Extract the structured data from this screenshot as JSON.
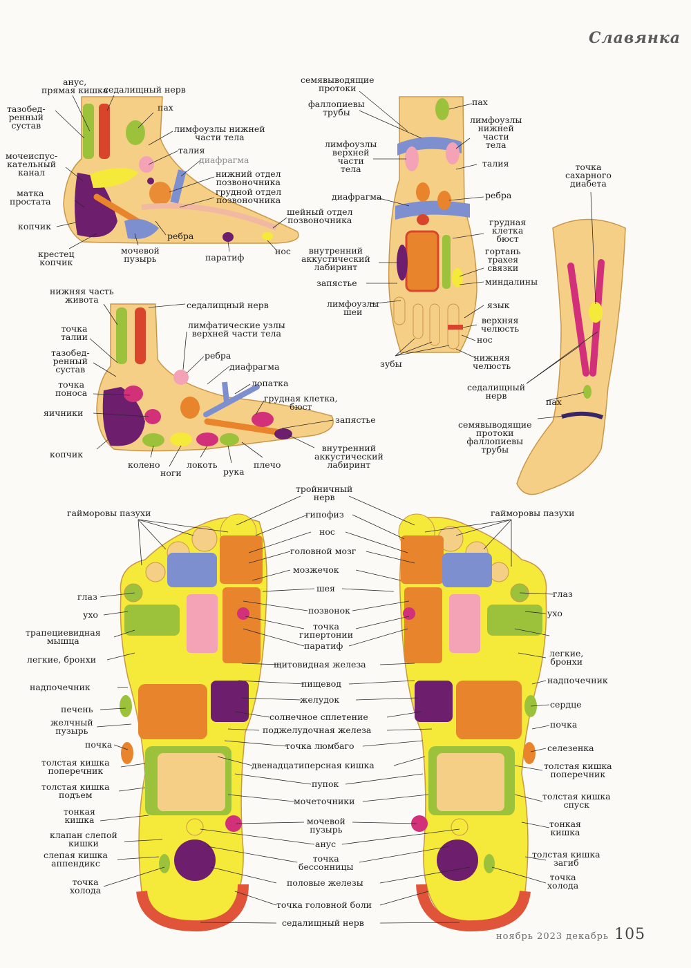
{
  "header": {
    "brand": "Славянка"
  },
  "footer": {
    "issue": "ноябрь 2023 декабрь",
    "page": "105"
  },
  "diagram": {
    "inner_foot": {
      "anus": "анус,\nпрямая кишка",
      "sciatic": "седалищный нерв",
      "hip": "тазобед-\nренный\nсустав",
      "groin": "пах",
      "lymph_lower": "лимфоузлы нижней\nчасти тела",
      "waist": "талия",
      "diaphragm": "диафрагма",
      "urethra": "мочеиспус-\nкательный\nканал",
      "lumbar": "нижний отдел\nпозвоночника",
      "thoracic": "грудной отдел\nпозвоночника",
      "uterus": "матка\nпростата",
      "cervical": "шейный отдел\nпозвоночника",
      "coccyx": "копчик",
      "ribs": "ребра",
      "sacrum": "крестец\nкопчик",
      "bladder": "мочевой\nпузырь",
      "parotid": "паратиф",
      "nose": "нос"
    },
    "top_foot": {
      "deferens": "семявыводящие\nпротоки",
      "groin": "пах",
      "fallopian": "фаллопиевы\nтрубы",
      "lymph_lower": "лимфоузлы\nнижней\nчасти\nтела",
      "lymph_upper": "лимфоузлы\nверхней\nчасти\nтела",
      "waist": "талия",
      "diaphragm": "диафрагма",
      "ribs": "ребра",
      "chest": "грудная\nклетка\nбюст",
      "inner_ear": "внутренний\nаккустический\nлабиринт",
      "larynx": "гортань\nтрахея\nсвязки",
      "wrist": "запястье",
      "tonsils": "миндалины",
      "lymph_neck": "лимфоузлы\nшеи",
      "tongue": "язык",
      "upper_jaw": "верхняя\nчелюсть",
      "nose": "нос",
      "teeth": "зубы",
      "lower_jaw": "нижняя\nчелюсть"
    },
    "leg": {
      "diabetes": "точка\nсахарного\nдиабета",
      "sciatic": "седалищный\nнерв",
      "groin": "пах",
      "deferens": "семявыводящие\nпротоки\nфаллопиевы\nтрубы"
    },
    "outer_foot": {
      "lower_abdomen": "нижняя часть\nживота",
      "sciatic": "седалищный нерв",
      "waist_point": "точка\nталии",
      "lymph_upper": "лимфатические узлы\nверхней части тела",
      "hip": "тазобед-\nренный\nсустав",
      "ribs": "ребра",
      "diaphragm": "диафрагма",
      "diarrhea": "точка\nпоноса",
      "scapula": "лопатка",
      "chest": "грудная клетка,\nбюст",
      "ovaries": "яичники",
      "wrist": "запястье",
      "inner_ear": "внутренний\nаккустический\nлабиринт",
      "coccyx": "копчик",
      "knee": "колено",
      "legs": "ноги",
      "elbow": "локоть",
      "arm": "рука",
      "shoulder": "плечо"
    },
    "soles_center": {
      "trigeminal": "тройничный\nнерв",
      "pituitary": "гипофиз",
      "nose": "нос",
      "brain": "головной мозг",
      "cerebellum": "мозжечок",
      "neck": "шея",
      "vertebra": "позвонок",
      "hypertension": "точка\nгипертонии",
      "parotid": "паратиф",
      "thyroid": "щитовидная железа",
      "esophagus": "пищевод",
      "stomach": "желудок",
      "solar": "солнечное сплетение",
      "pancreas": "поджелудочная железа",
      "lumbago": "точка люмбаго",
      "duodenum": "двенадцатиперсная кишка",
      "navel": "пупок",
      "ureters": "мочеточники",
      "bladder": "мочевой\nпузырь",
      "anus": "анус",
      "insomnia": "точка\nбессонницы",
      "genitals": "половые железы",
      "headache": "точка головной боли",
      "sciatic": "седалищный нерв"
    },
    "sole_left": {
      "sinuses": "гайморовы пазухи",
      "eye": "глаз",
      "ear": "ухо",
      "trapezius": "трапециевидная\nмышца",
      "lungs": "легкие, бронхи",
      "adrenal": "надпочечник",
      "liver": "печень",
      "gallbladder": "желчный\nпузырь",
      "kidney": "почка",
      "transverse": "толстая кишка\nпоперечник",
      "ascending": "толстая кишка\nподъем",
      "small": "тонкая\nкишка",
      "valve": "клапан слепой\nкишки",
      "cecum": "слепая кишка\nаппендикс",
      "cold": "точка\nхолода"
    },
    "sole_right": {
      "sinuses": "гайморовы пазухи",
      "eye": "глаз",
      "ear": "ухо",
      "lungs": "легкие,\nбронхи",
      "adrenal": "надпочечник",
      "heart": "сердце",
      "kidney": "почка",
      "spleen": "селезенка",
      "transverse": "толстая кишка\nпоперечник",
      "descending": "толстая кишка\nспуск",
      "small": "тонкая\nкишка",
      "sigmoid": "толстая кишка\nзагиб",
      "cold": "точка\nхолода"
    }
  },
  "colors": {
    "skin": "#f6cf86",
    "yellow": "#f5e93a",
    "green": "#9cc23c",
    "purple": "#6d1f6e",
    "magenta": "#d3307a",
    "blue": "#7e8fd0",
    "orange": "#e8842c",
    "red": "#d9452c",
    "pink": "#f3a3b5"
  }
}
